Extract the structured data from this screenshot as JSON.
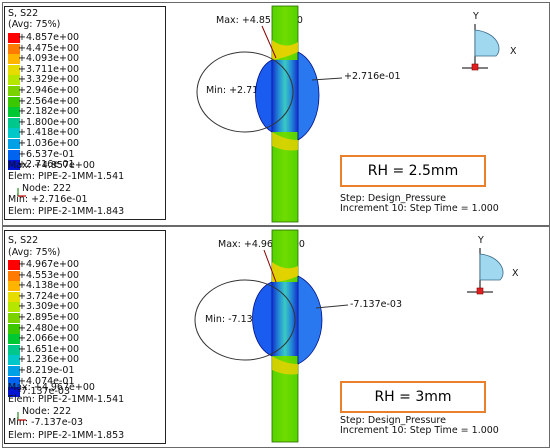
{
  "colors": {
    "accent_box_border": "#e8802e",
    "contour": [
      "#ff0000",
      "#ff7a00",
      "#ffb400",
      "#e6dc00",
      "#b4e600",
      "#7ad200",
      "#3cc800",
      "#00c832",
      "#00c88c",
      "#00c8c8",
      "#00a0e6",
      "#0064f0",
      "#0014d2"
    ]
  },
  "panels": [
    {
      "id": "top",
      "legend": {
        "var": "S, S22",
        "avg": "(Avg: 75%)",
        "values": [
          "+4.857e+00",
          "+4.475e+00",
          "+4.093e+00",
          "+3.711e+00",
          "+3.329e+00",
          "+2.946e+00",
          "+2.564e+00",
          "+2.182e+00",
          "+1.800e+00",
          "+1.418e+00",
          "+1.036e+00",
          "+6.537e-01",
          "+2.716e-01"
        ]
      },
      "max_line": "Max: +4.857e+00",
      "max_elem": "Elem: PIPE-2-1MM-1.541",
      "node": "Node: 222",
      "min_line": "Min: +2.716e-01",
      "min_elem": "Elem: PIPE-2-1MM-1.843",
      "max_label": "Max: +4.857e+00",
      "min_label": "Min: +2.716e-01",
      "side_label": "+2.716e-01",
      "rh": "RH = 2.5mm",
      "step": "Step: Design_Pressure",
      "increment": "Increment     10: Step Time =       1.000",
      "axis_y": "Y",
      "axis_x": "X"
    },
    {
      "id": "bottom",
      "legend": {
        "var": "S, S22",
        "avg": "(Avg: 75%)",
        "values": [
          "+4.967e+00",
          "+4.553e+00",
          "+4.138e+00",
          "+3.724e+00",
          "+3.309e+00",
          "+2.895e+00",
          "+2.480e+00",
          "+2.066e+00",
          "+1.651e+00",
          "+1.236e+00",
          "+8.219e-01",
          "+4.074e-01",
          "-7.137e-03"
        ]
      },
      "max_line": "Max: +4.967e+00",
      "max_elem": "Elem: PIPE-2-1MM-1.541",
      "node": "Node: 222",
      "min_line": "Min: -7.137e-03",
      "min_elem": "Elem: PIPE-2-1MM-1.853",
      "max_label": "Max: +4.967e+00",
      "min_label": "Min: -7.137e-03",
      "side_label": "-7.137e-03",
      "rh": "RH = 3mm",
      "step": "Step: Design_Pressure",
      "increment": "Increment     10: Step Time =       1.000",
      "axis_y": "Y",
      "axis_x": "X"
    }
  ]
}
